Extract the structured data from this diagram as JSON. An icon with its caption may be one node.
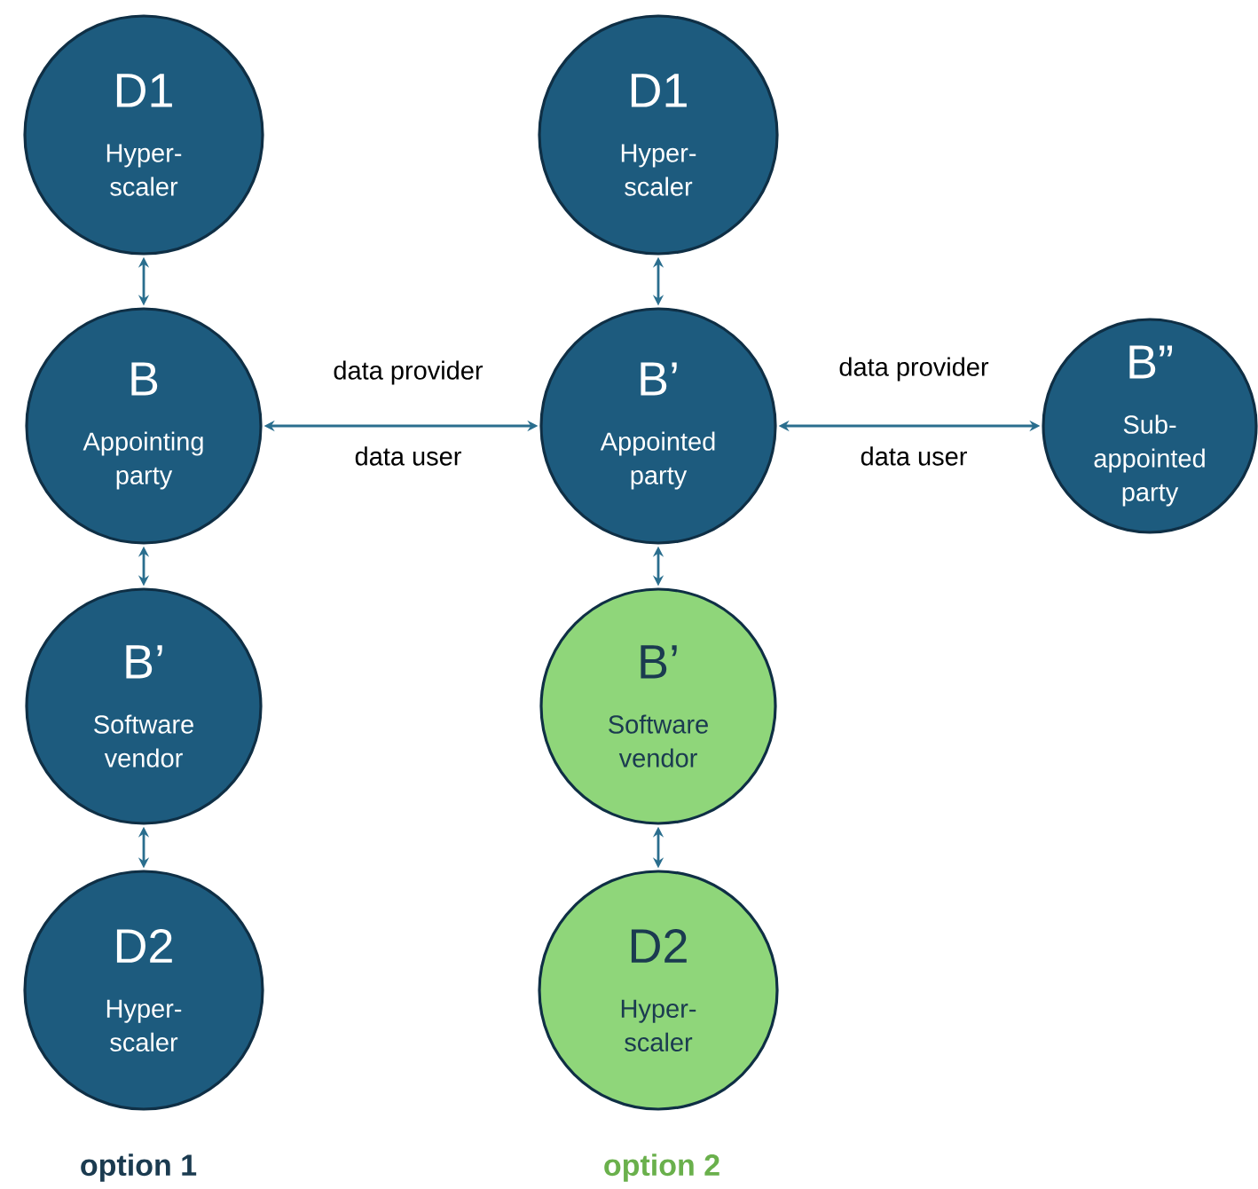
{
  "diagram": {
    "nodes": [
      {
        "text": [
          "D1",
          "Hyper- scaler"
        ]
      },
      {
        "text": [
          "B",
          "Appointing party"
        ]
      },
      {
        "text": [
          "B’",
          "Software vendor"
        ]
      },
      {
        "text": [
          "D2",
          "Hyper- scaler"
        ]
      },
      {
        "text": [
          "D1",
          "Hyper- scaler"
        ]
      },
      {
        "text": [
          "B’",
          "Appointed party"
        ]
      },
      {
        "text": [
          "B”",
          "Sub- appointed party"
        ]
      },
      {
        "text": [
          "B’",
          "Software vendor"
        ]
      },
      {
        "text": [
          "D2",
          "Hyper- scaler"
        ]
      }
    ],
    "edges": [
      {
        "from": 0,
        "to": 1,
        "arrow": "both"
      },
      {
        "from": 1,
        "to": 2,
        "arrow": "both"
      },
      {
        "from": 2,
        "to": 3,
        "arrow": "both"
      },
      {
        "from": 1,
        "to": 5,
        "arrow": "both",
        "label": "data provider"
      },
      {
        "from": 4,
        "to": 5,
        "arrow": "both"
      },
      {
        "from": 5,
        "to": 6,
        "arrow": "both",
        "label": "data provider"
      },
      {
        "from": 5,
        "to": 7,
        "arrow": "both"
      },
      {
        "from": 7,
        "to": 8,
        "arrow": "both"
      }
    ],
    "labels": [
      "data user",
      "data user",
      "option 1",
      "option 2"
    ]
  }
}
